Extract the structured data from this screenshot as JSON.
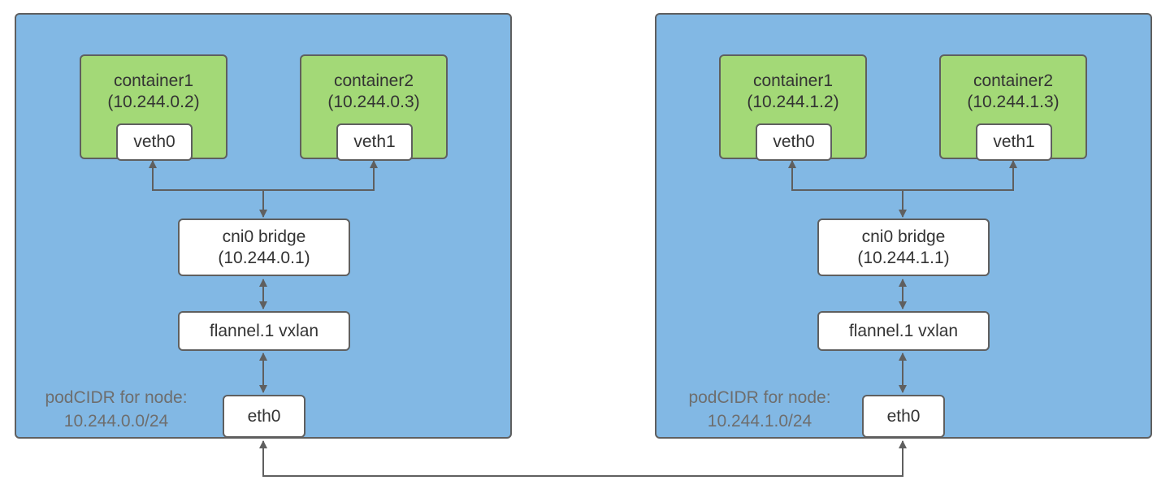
{
  "colors": {
    "node_fill": "#82b8e4",
    "container_fill": "#a3d977",
    "box_fill": "#ffffff",
    "stroke": "#5f5f5f",
    "muted_text": "#6e6e6e"
  },
  "nodes": [
    {
      "containers": [
        {
          "name": "container1",
          "ip": "(10.244.0.2)",
          "iface": "veth0"
        },
        {
          "name": "container2",
          "ip": "(10.244.0.3)",
          "iface": "veth1"
        }
      ],
      "bridge": {
        "name": "cni0 bridge",
        "ip": "(10.244.0.1)"
      },
      "flannel": "flannel.1 vxlan",
      "eth": "eth0",
      "cidr_label": "podCIDR for node:",
      "cidr_value": "10.244.0.0/24"
    },
    {
      "containers": [
        {
          "name": "container1",
          "ip": "(10.244.1.2)",
          "iface": "veth0"
        },
        {
          "name": "container2",
          "ip": "(10.244.1.3)",
          "iface": "veth1"
        }
      ],
      "bridge": {
        "name": "cni0 bridge",
        "ip": "(10.244.1.1)"
      },
      "flannel": "flannel.1 vxlan",
      "eth": "eth0",
      "cidr_label": "podCIDR for node:",
      "cidr_value": "10.244.1.0/24"
    }
  ]
}
